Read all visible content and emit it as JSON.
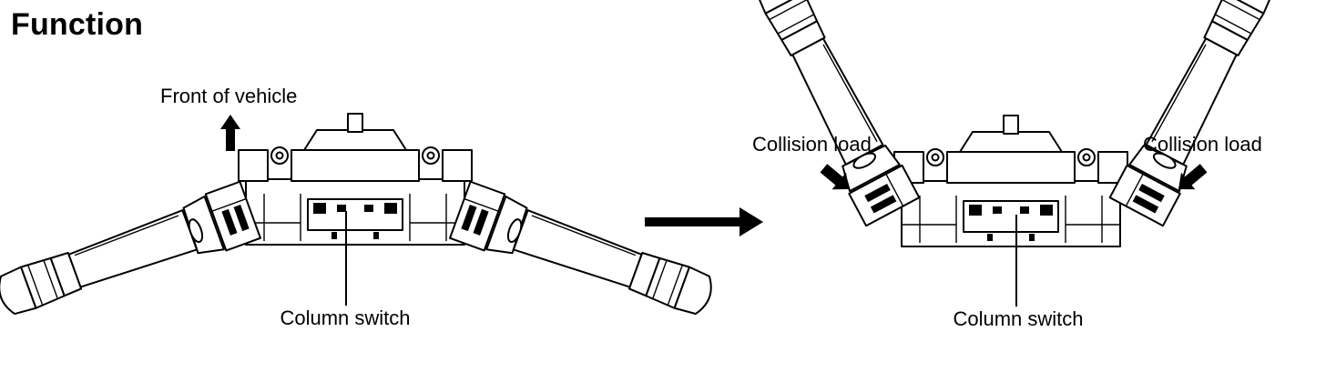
{
  "page": {
    "title": "Function"
  },
  "diagram": {
    "before": {
      "direction_label": "Front of vehicle",
      "part_label": "Column switch"
    },
    "after": {
      "load_label_left": "Collision load",
      "load_label_right": "Collision load",
      "part_label": "Column switch"
    },
    "colors": {
      "line": "#000000",
      "background": "#ffffff"
    },
    "icons": [
      "up-arrow-icon",
      "right-arrow-icon",
      "diagonal-arrow-icon"
    ]
  }
}
